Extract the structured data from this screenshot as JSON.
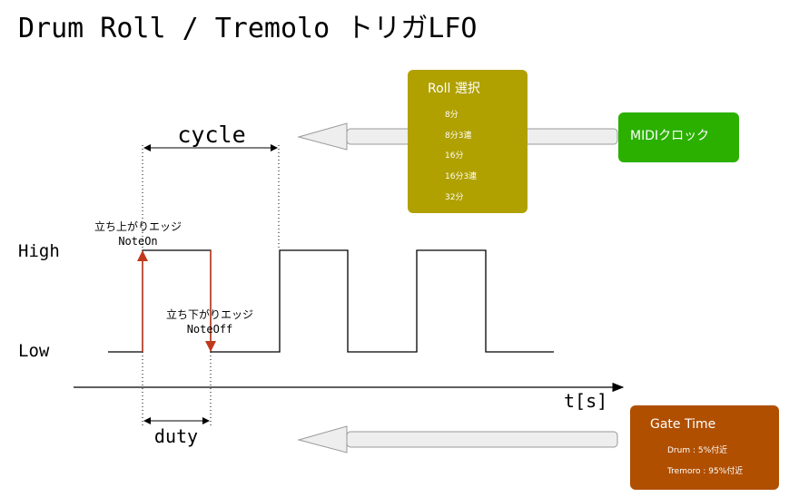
{
  "title": "Drum Roll / Tremolo トリガLFO",
  "labels": {
    "cycle": "cycle",
    "duty": "duty",
    "high": "High",
    "low": "Low",
    "time_axis": "t[s]",
    "rising_edge": "立ち上がりエッジ",
    "note_on": "NoteOn",
    "falling_edge": "立ち下がりエッジ",
    "note_off": "NoteOff"
  },
  "roll_box": {
    "title": "Roll 選択",
    "options": [
      "8分",
      "8分3連",
      "16分",
      "16分3連",
      "32分"
    ]
  },
  "midi_clock_box": {
    "title": "MIDIクロック"
  },
  "gate_time_box": {
    "title": "Gate Time",
    "drum": "Drum : 5%付近",
    "tremoro": "Tremoro : 95%付近"
  },
  "colors": {
    "roll_box": "#b0a100",
    "midi_clock_box": "#2bb000",
    "gate_time_box": "#b04f00",
    "edge_arrow": "#c0391b",
    "signal_line": "#000000",
    "flow_arrow_fill": "#eeeeee",
    "flow_arrow_stroke": "#999999"
  }
}
